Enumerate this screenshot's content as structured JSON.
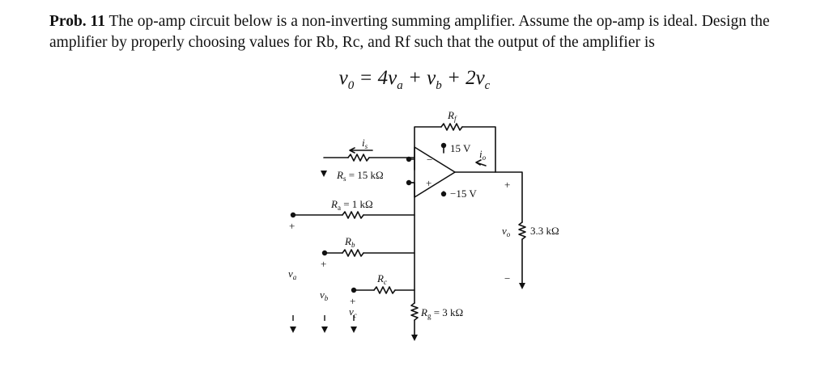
{
  "problem": {
    "lead": "Prob. 11",
    "text": "The op-amp circuit below is a non-inverting summing amplifier.  Assume the op-amp is ideal. Design the amplifier by properly choosing values for Rb, Rc, and Rf such that the output of the amplifier is"
  },
  "equation": {
    "lhs": "v",
    "lhs_sub": "0",
    "rhs_1": " = 4v",
    "sub_a": "a",
    "rhs_2": " + v",
    "sub_b": "b",
    "rhs_3": " + 2v",
    "sub_c": "c"
  },
  "labels": {
    "rf": "R",
    "rf_sub": "f",
    "is": "i",
    "is_sub": "s",
    "rs": "R",
    "rs_sub": "s",
    "rs_val": " = 15 kΩ",
    "supply_pos": "15 V",
    "supply_neg": "−15 V",
    "io": "i",
    "io_sub": "o",
    "ra": "R",
    "ra_sub": "a",
    "ra_val": " = 1 kΩ",
    "rb": "R",
    "rb_sub": "b",
    "rc": "R",
    "rc_sub": "c",
    "rg": "R",
    "rg_sub": "g",
    "rg_val": " = 3 kΩ",
    "va": "v",
    "va_sub": "a",
    "vb": "v",
    "vb_sub": "b",
    "vc": "v",
    "vc_sub": "c",
    "vo": "v",
    "vo_sub": "o",
    "rl_val": "3.3 kΩ",
    "plus": "+",
    "minus": "−"
  }
}
